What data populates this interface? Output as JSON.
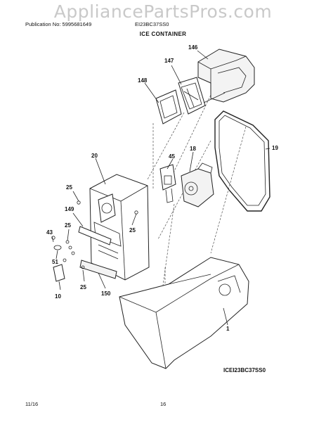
{
  "watermark": "AppliancePartsPros.com",
  "header": {
    "publication": "Publication No: 5995681649",
    "model": "EI23BC37SS0"
  },
  "title": "ICE CONTAINER",
  "diagram_code": "ICEI23BC37SS0",
  "footer": {
    "date": "11/16",
    "page": "16"
  },
  "part_numbers": {
    "p146": "146",
    "p147": "147",
    "p148": "148",
    "p19": "19",
    "p20": "20",
    "p45": "45",
    "p18": "18",
    "p25a": "25",
    "p25b": "25",
    "p25c": "25",
    "p25d": "25",
    "p149": "149",
    "p43": "43",
    "p51": "51",
    "p10": "10",
    "p150": "150",
    "p1": "1"
  }
}
